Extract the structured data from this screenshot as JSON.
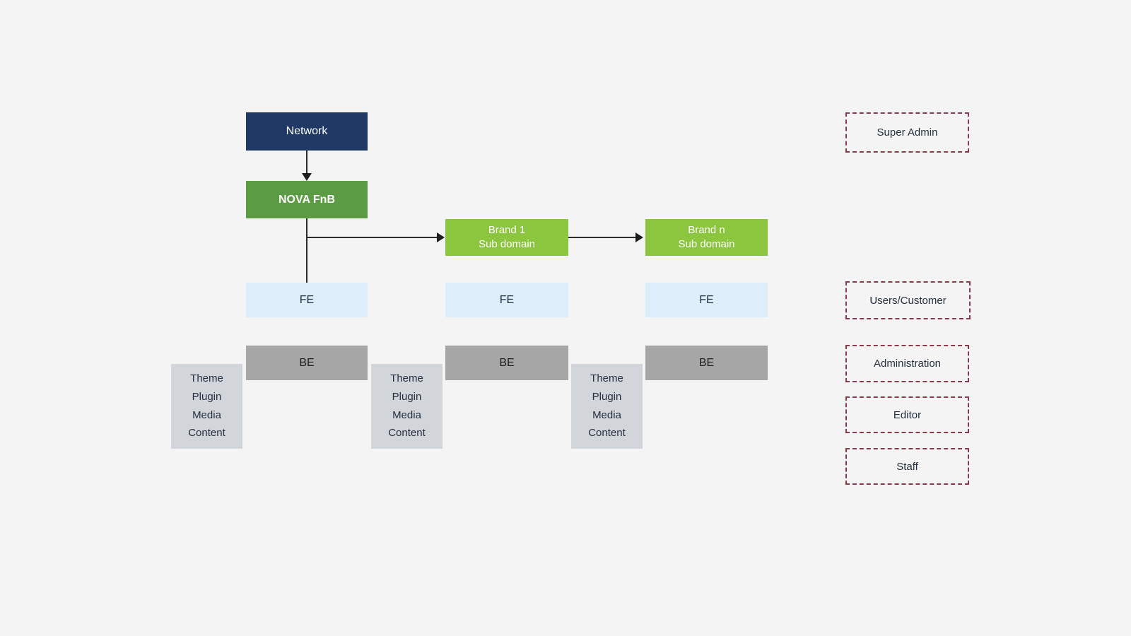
{
  "diagram": {
    "background_color": "#f4f4f4",
    "nodes": {
      "network": {
        "label": "Network",
        "color": "#1f3864"
      },
      "platform": {
        "label": "NOVA FnB",
        "color": "#5b9b44"
      },
      "brand1": {
        "line1": "Brand 1",
        "line2": "Sub domain",
        "color": "#8cc63e"
      },
      "brandn": {
        "line1": "Brand n",
        "line2": "Sub domain",
        "color": "#8cc63e"
      },
      "fe_left": {
        "label": "FE",
        "color": "#deedfa"
      },
      "fe_mid": {
        "label": "FE",
        "color": "#deedfa"
      },
      "fe_right": {
        "label": "FE",
        "color": "#deedfa"
      },
      "be_left": {
        "label": "BE",
        "color": "#a6a6a6"
      },
      "be_mid": {
        "label": "BE",
        "color": "#a6a6a6"
      },
      "be_right": {
        "label": "BE",
        "color": "#a6a6a6"
      },
      "stack_left": {
        "color": "#d2d5da",
        "items": [
          "Theme",
          "Plugin",
          "Media",
          "Content"
        ]
      },
      "stack_mid": {
        "color": "#d2d5da",
        "items": [
          "Theme",
          "Plugin",
          "Media",
          "Content"
        ]
      },
      "stack_right": {
        "color": "#d2d5da",
        "items": [
          "Theme",
          "Plugin",
          "Media",
          "Content"
        ]
      }
    },
    "legend": {
      "border_color": "#8c3a4a",
      "items": [
        {
          "label": "Super Admin"
        },
        {
          "label": "Users/Customer"
        },
        {
          "label": "Administration"
        },
        {
          "label": "Editor"
        },
        {
          "label": "Staff"
        }
      ]
    }
  }
}
